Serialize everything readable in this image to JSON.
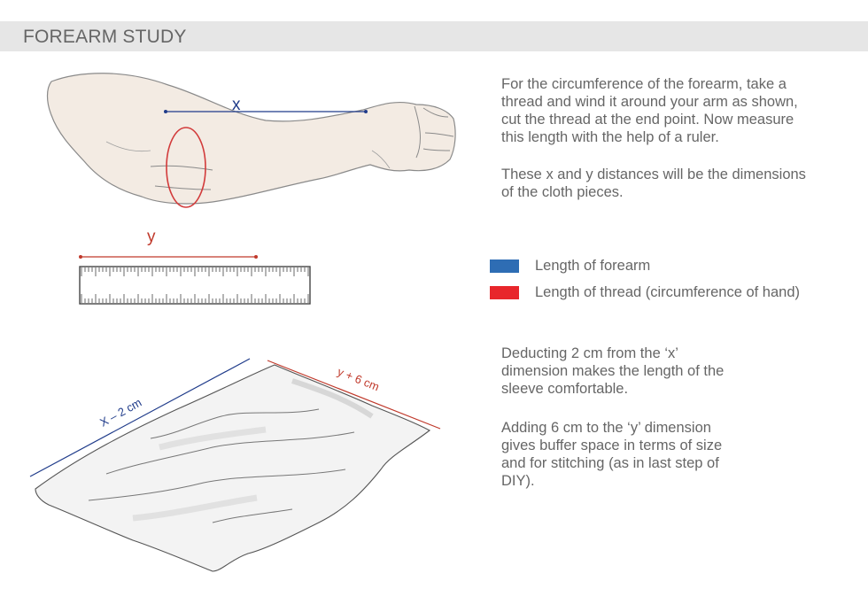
{
  "header": {
    "title": "FOREARM STUDY"
  },
  "text": {
    "p1": "For the circumference of the forearm, take a\nthread and wind it around your arm as shown,\ncut the thread at the end point. Now measure\nthis length with the help of a ruler.",
    "p2": "These x and y distances will be the dimensions\nof the cloth pieces.",
    "p3": "Deducting 2 cm from the ‘x’\ndimension makes the length of the\nsleeve comfortable.",
    "p4": "Adding 6 cm to the ‘y’ dimension\ngives buffer space in terms of size\nand for stitching (as in last step of\nDIY)."
  },
  "legend": [
    {
      "label": "Length of forearm",
      "color": "#2e6db4"
    },
    {
      "label": "Length of thread (circumference of hand)",
      "color": "#e8262b"
    }
  ],
  "diagram": {
    "x_label": "x",
    "y_label": "y",
    "cloth_x_label": "X – 2 cm",
    "cloth_y_label": "y + 6 cm",
    "colors": {
      "x_line": "#1f3b8a",
      "y_line": "#c0392b",
      "thread": "#d23a3a",
      "skin": "#f3ebe3",
      "outline": "#8a8a8a"
    }
  }
}
